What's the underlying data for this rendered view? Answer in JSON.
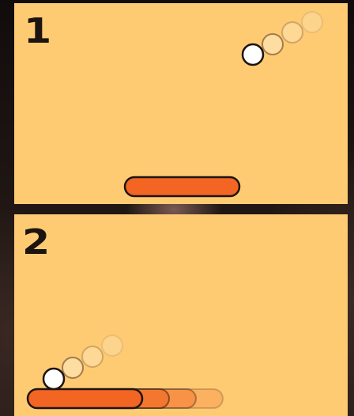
{
  "panels": [
    {
      "number": "1",
      "description_ball": "ball-with-trail",
      "description_paddle": "paddle"
    },
    {
      "number": "2",
      "description_ball": "ball-with-trail",
      "description_paddle": "paddle-with-trail"
    }
  ],
  "colors": {
    "panel_background": "#fecb73",
    "paddle_fill": "#f26522",
    "paddle_outline": "#1c1410",
    "ball_fill": "#ffffff",
    "ball_outline": "#1c1410",
    "number_color": "#1c1410",
    "trail_ball_fill": "#fde0a8",
    "trail_ball_outline": "#c89a66"
  }
}
